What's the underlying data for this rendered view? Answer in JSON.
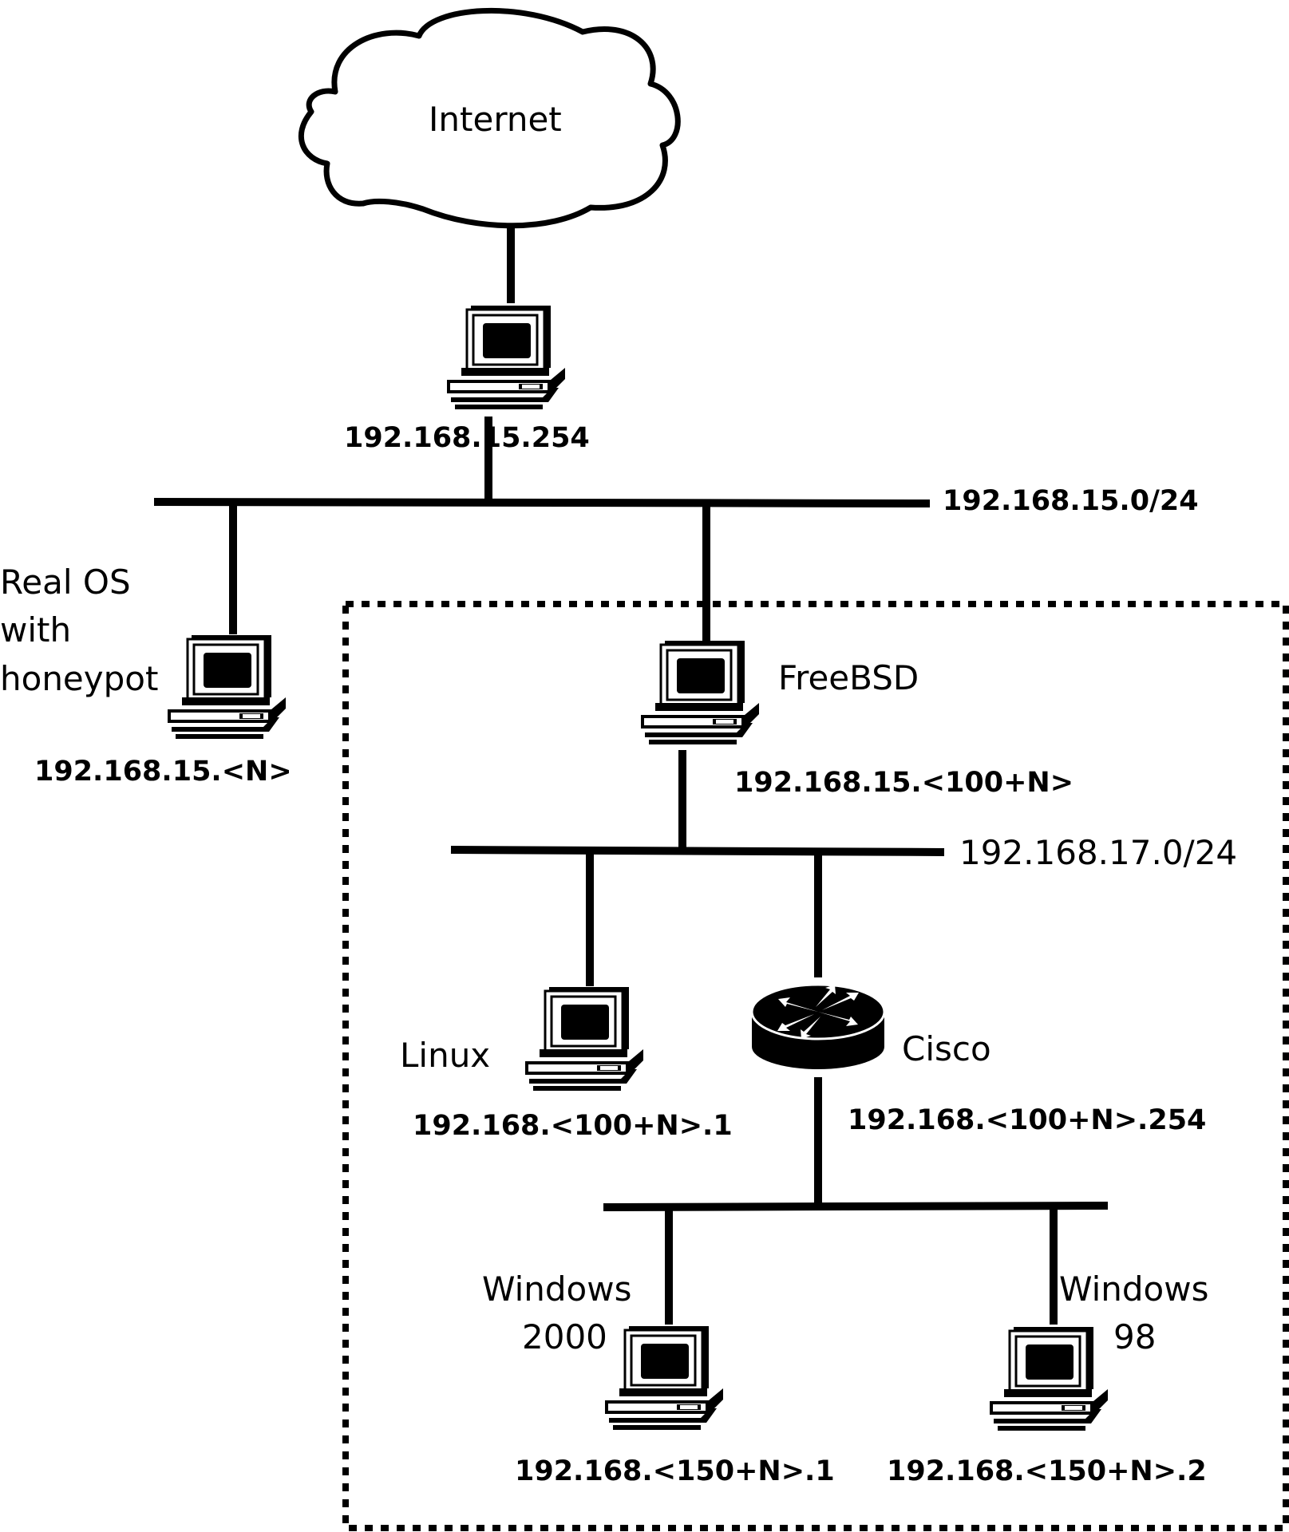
{
  "diagram": {
    "cloud": {
      "label": "Internet"
    },
    "networks": {
      "outer": "192.168.15.0/24",
      "inner": "192.168.17.0/24"
    },
    "nodes": {
      "gateway": {
        "ip": "192.168.15.254"
      },
      "real_os": {
        "line1": "Real OS",
        "line2": "with",
        "line3": "honeypot",
        "ip": "192.168.15.<N>"
      },
      "freebsd": {
        "label": "FreeBSD",
        "ip": "192.168.15.<100+N>"
      },
      "linux": {
        "label": "Linux",
        "ip": "192.168.<100+N>.1"
      },
      "cisco": {
        "label": "Cisco",
        "ip": "192.168.<100+N>.254"
      },
      "win2000": {
        "line1": "Windows",
        "line2": "2000",
        "ip": "192.168.<150+N>.1"
      },
      "win98": {
        "line1": "Windows",
        "line2": "98",
        "ip": "192.168.<150+N>.2"
      }
    }
  }
}
